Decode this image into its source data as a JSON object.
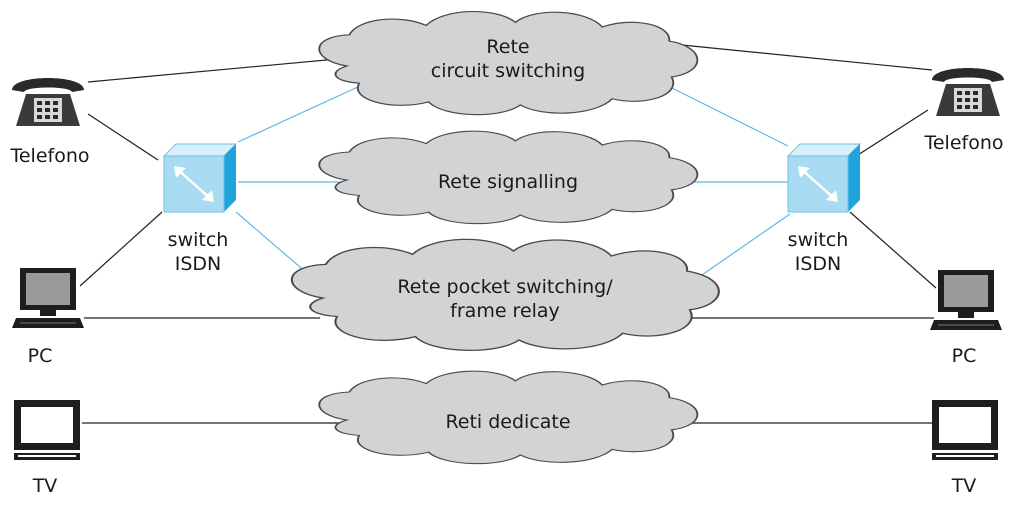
{
  "networks": {
    "circuit": {
      "line1": "Rete",
      "line2": "circuit switching"
    },
    "signalling": {
      "label": "Rete signalling"
    },
    "packet": {
      "line1": "Rete pocket switching/",
      "line2": "frame relay"
    },
    "dedicated": {
      "label": "Reti dedicate"
    }
  },
  "left": {
    "phone_label": "Telefono",
    "switch_line1": "switch",
    "switch_line2": "ISDN",
    "pc_label": "PC",
    "tv_label": "TV"
  },
  "right": {
    "phone_label": "Telefono",
    "switch_line1": "switch",
    "switch_line2": "ISDN",
    "pc_label": "PC",
    "tv_label": "TV"
  },
  "colors": {
    "cloud_fill": "#d2d3d5",
    "cloud_stroke": "#4a4a4a",
    "switch_front": "#a9dcf2",
    "switch_top": "#d9f0fa",
    "switch_side": "#1fa4dc",
    "signal_link": "#5fb9e3",
    "wire": "#222222"
  }
}
